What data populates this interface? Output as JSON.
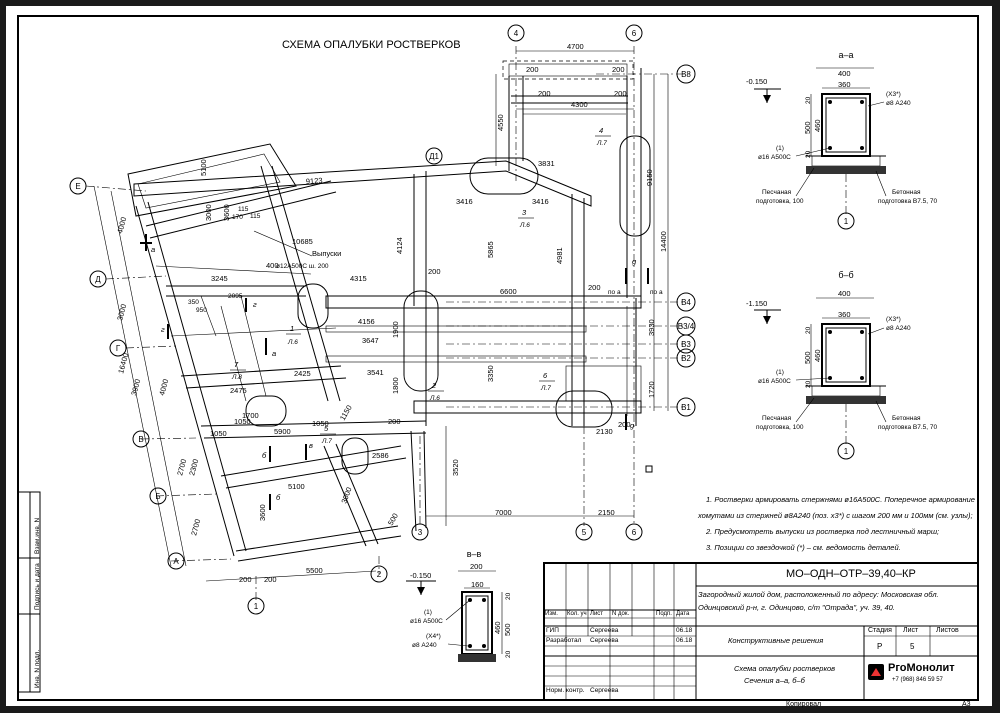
{
  "title": "СХЕМА ОПАЛУБКИ РОСТВЕРКОВ",
  "axes": {
    "numbers": [
      "1",
      "2",
      "3",
      "4",
      "5",
      "6"
    ],
    "letters": [
      "А",
      "Б",
      "В",
      "Г",
      "Д",
      "Е",
      "Д1",
      "В1",
      "В2",
      "В3",
      "В3/4",
      "В4",
      "В8"
    ]
  },
  "dims": {
    "top_4700": "4700",
    "top_4300": "4300",
    "v_4550": "4550",
    "v_9150": "9150",
    "v_14400": "14400",
    "d_9123": "9123",
    "d_3831": "3831",
    "d_3416a": "3416",
    "d_3416b": "3416",
    "d_4124": "4124",
    "d_5865": "5865",
    "d_4981": "4981",
    "d_4315": "4315",
    "d_6600": "6600",
    "d_4156": "4156",
    "d_3647": "3647",
    "d_3541": "3541",
    "d_3350": "3350",
    "d_3930": "3930",
    "d_1720": "1720",
    "d_1800": "1800",
    "d_1900": "1900",
    "d_2130": "2130",
    "d_7000": "7000",
    "d_2150": "2150",
    "d_3520": "3520",
    "d_5500": "5500",
    "d_5100a": "5100",
    "d_5100b": "5100",
    "d_3000a": "3000",
    "d_3000b": "3000",
    "d_3000c": "3000",
    "d_3600": "3600",
    "d_1700": "1700",
    "d_10685": "10685",
    "d_3245": "3245",
    "d_2475": "2475",
    "d_2425": "2425",
    "d_5900": "5900",
    "d_1050a": "1050",
    "d_1050b": "1050",
    "d_1050c": "1050",
    "d_4000": "4000",
    "d_3900": "3900",
    "d_16400": "16400",
    "d_4000b": "4000",
    "d_2700": "2700",
    "d_2300": "2300",
    "d_2700b": "2700",
    "d_2586": "2586",
    "d_500": "500",
    "d_1150": "1150",
    "d_115a": "115",
    "d_115b": "115",
    "d_170": "170",
    "d_3600b": "3600",
    "d_200": "200",
    "d_400": "400",
    "d_2095": "2095",
    "d_350": "350",
    "d_950": "950"
  },
  "labels": {
    "vypuski": "Выпуски",
    "vypuski_spec": "ø12А500С ш. 200",
    "nodes": [
      {
        "n": "1",
        "s": "Л.6"
      },
      {
        "n": "2",
        "s": "Л.6"
      },
      {
        "n": "3",
        "s": "Л.6"
      },
      {
        "n": "4",
        "s": "Л.7"
      },
      {
        "n": "5",
        "s": "Л.7"
      },
      {
        "n": "6",
        "s": "Л.7"
      },
      {
        "n": "7",
        "s": "Л.8"
      }
    ],
    "cut_a": "а",
    "cut_b": "б",
    "cut_v": "в",
    "cut_g": "g",
    "po_a": "по  а",
    "section_ref": "г"
  },
  "sections": {
    "aa": {
      "title": "а–а",
      "level": "-0.150",
      "w400": "400",
      "w360": "360",
      "h500": "500",
      "h460": "460",
      "h20": "20",
      "h20b": "20",
      "rebar1": "(1)",
      "rebar1_spec": "ø16 А500С",
      "x3": "(X3*)",
      "x3_spec": "ø8 А240",
      "sand": "Песчаная",
      "sand2": "подготовка, 100",
      "concrete": "Бетонная",
      "concrete2": "подготовка В7.5, 70",
      "axis": "1"
    },
    "bb": {
      "title": "б–б",
      "level": "-1.150",
      "w400": "400",
      "w360": "360",
      "h500": "500",
      "h460": "460",
      "h20": "20",
      "h20b": "20",
      "rebar1": "(1)",
      "rebar1_spec": "ø16 А500С",
      "x3": "(X3*)",
      "x3_spec": "ø8 А240",
      "sand": "Песчаная",
      "sand2": "подготовка, 100",
      "concrete": "Бетонная",
      "concrete2": "подготовка В7.5, 70",
      "axis": "1"
    },
    "vv": {
      "title": "в–в",
      "level": "-0.150",
      "w200": "200",
      "w160": "160",
      "h500": "500",
      "h460": "460",
      "h20": "20",
      "h20b": "20",
      "rebar1": "(1)",
      "rebar1_spec": "ø16 А500С",
      "x4": "(X4*)",
      "x4_spec": "ø8 А240"
    }
  },
  "notes": [
    "1.  Ростверки армировать стержнями ø16А500С. Поперечное армирование",
    "хомутами из стержней ø8А240 (поз. x3*) с шагом 200 мм и 100мм (см. узлы);",
    "2.  Предусмотреть выпуски из ростверка под лестничный марш;",
    "3.  Позиции со звездочкой (*) – см. ведомость деталей."
  ],
  "side_stamps": [
    "Взам.инв. N",
    "Подпись и дата",
    "Инв. N подл."
  ],
  "titleblock": {
    "code": "МО–ОДН–ОТР–39,40–КР",
    "address1": "Загородный жилой дом, расположенный по адресу: Московская обл.",
    "address2": "Одинцовский р-н, г. Одинцово, с/т \"Отрада\", уч. 39, 40.",
    "cols": [
      "Изм.",
      "Кол. уч",
      "Лист",
      "N док.",
      "Подп.",
      "Дата"
    ],
    "rows": [
      {
        "role": "ГИП",
        "name": "Сергеева",
        "date": "06.18"
      },
      {
        "role": "Разработал",
        "name": "Сергеева",
        "date": "06.18"
      }
    ],
    "norm": "Норм. контр.",
    "norm_name": "Сергеева",
    "section": "Конструктивные решения",
    "stage_h": "Стадия",
    "sheet_h": "Лист",
    "sheets_h": "Листов",
    "stage": "Р",
    "sheet": "5",
    "sheets": "",
    "drawing_name1": "Схема опалубки ростверков",
    "drawing_name2": "Сечения а–а, б–б",
    "company": "РгоМонолит",
    "phone": "+7 (968) 846 59 57",
    "copied": "Копировал",
    "format": "А3"
  }
}
